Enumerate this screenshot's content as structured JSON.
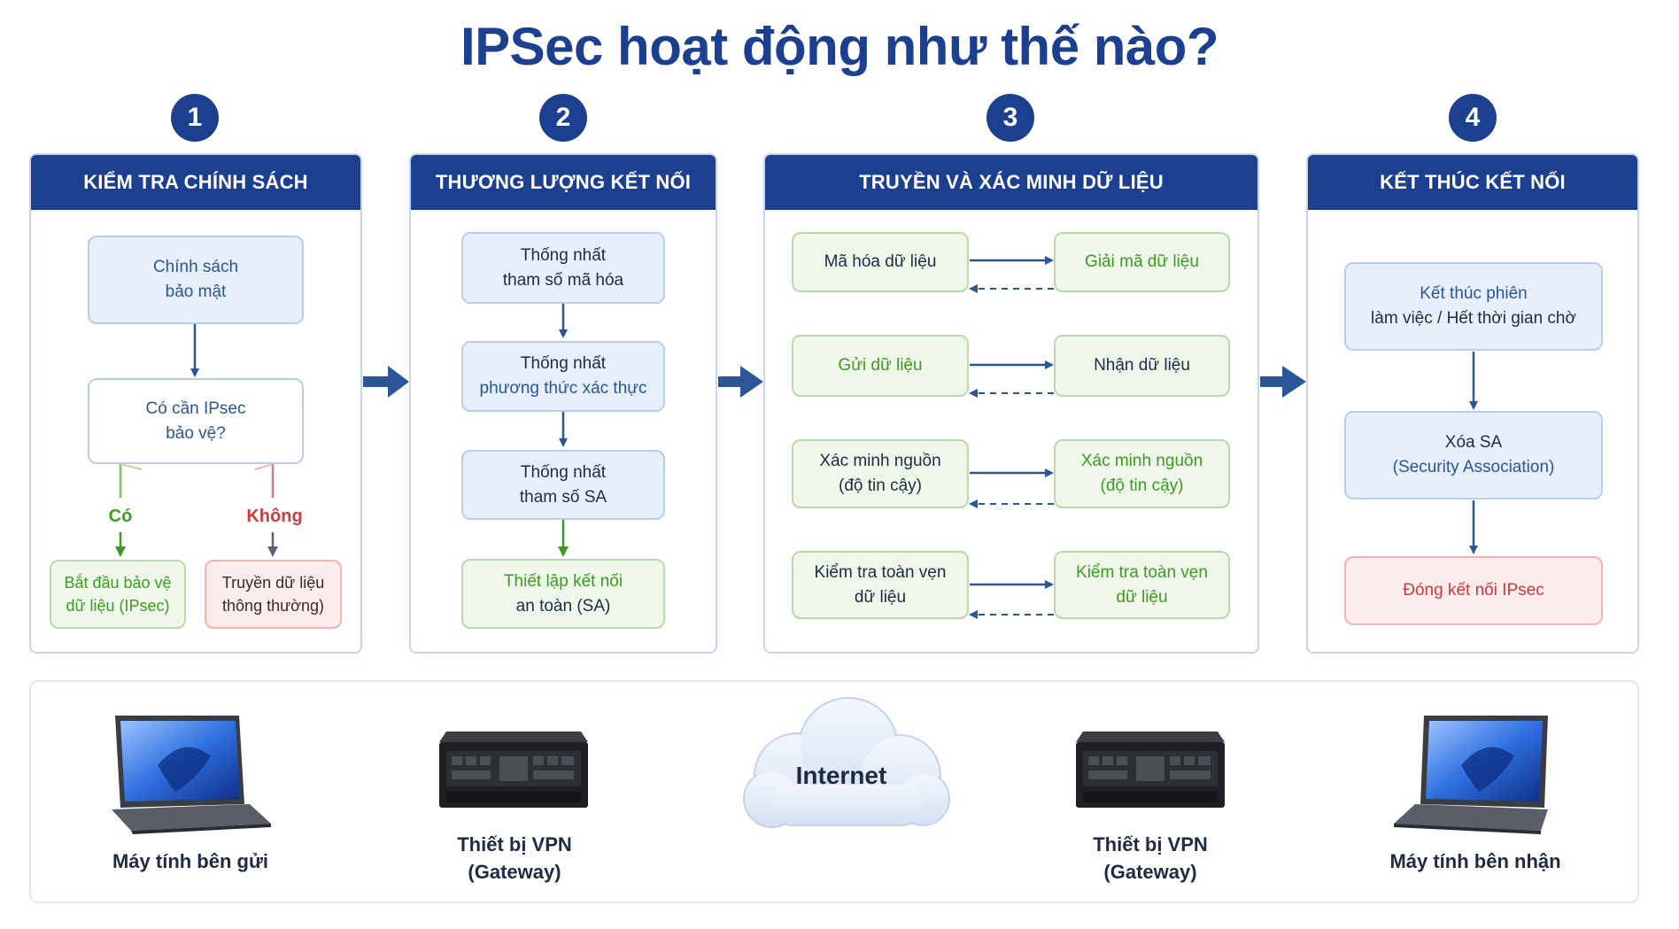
{
  "title": "IPSec hoạt động như thế nào?",
  "colors": {
    "navy": "#1c3f8f",
    "blue_box": "#e6effb",
    "green_box": "#eef7e9",
    "red_box": "#fdecec",
    "green_text": "#3f9a23",
    "red_text": "#d03a3a"
  },
  "steps": [
    {
      "number": "1",
      "header": "KIỂM TRA CHÍNH SÁCH",
      "policy": [
        "Chính sách",
        "bảo mật"
      ],
      "question": [
        "Có cần IPsec",
        "bảo vệ?"
      ],
      "yes_label": "Có",
      "no_label": "Không",
      "yes_result": [
        "Bắt đầu bảo vệ",
        "dữ liệu (IPsec)"
      ],
      "no_result": [
        "Truyền dữ liệu",
        "thông thường)"
      ]
    },
    {
      "number": "2",
      "header": "THƯƠNG LƯỢNG KẾT NỐI",
      "items": [
        [
          "Thống nhất",
          "tham số mã hóa"
        ],
        [
          "Thống nhất",
          "phương thức xác thực"
        ],
        [
          "Thống nhất",
          "tham số SA"
        ]
      ],
      "result": [
        "Thiết lập kết nối",
        "an toàn (SA)"
      ]
    },
    {
      "number": "3",
      "header": "TRUYỀN VÀ XÁC MINH DỮ LIỆU",
      "pairs": [
        {
          "left": [
            "Mã hóa dữ liệu"
          ],
          "right": [
            "Giải mã dữ liệu"
          ]
        },
        {
          "left": [
            "Gửi dữ liệu"
          ],
          "right": [
            "Nhận dữ liệu"
          ]
        },
        {
          "left": [
            "Xác minh nguồn",
            "(độ tin cậy)"
          ],
          "right": [
            "Xác minh nguồn",
            "(độ tin cậy)"
          ]
        },
        {
          "left": [
            "Kiểm tra toàn vẹn",
            "dữ liệu"
          ],
          "right": [
            "Kiểm tra toàn vẹn",
            "dữ liệu"
          ]
        }
      ]
    },
    {
      "number": "4",
      "header": "KẾT THÚC KẾT NỐI",
      "items": [
        [
          "Kết thúc phiên",
          "làm việc / Hết thời gian chờ"
        ],
        [
          "Xóa SA",
          "(Security Association)"
        ]
      ],
      "result": [
        "Đóng kết nối IPsec"
      ]
    }
  ],
  "network": {
    "sender": "Máy tính bên gửi",
    "gateway_left": [
      "Thiết bị VPN",
      "(Gateway)"
    ],
    "cloud": "Internet",
    "gateway_right": [
      "Thiết bị VPN",
      "(Gateway)"
    ],
    "receiver": "Máy tính bên nhận",
    "icons": [
      "laptop-icon",
      "vpn-gateway-icon",
      "cloud-icon",
      "vpn-gateway-icon",
      "laptop-icon"
    ]
  }
}
